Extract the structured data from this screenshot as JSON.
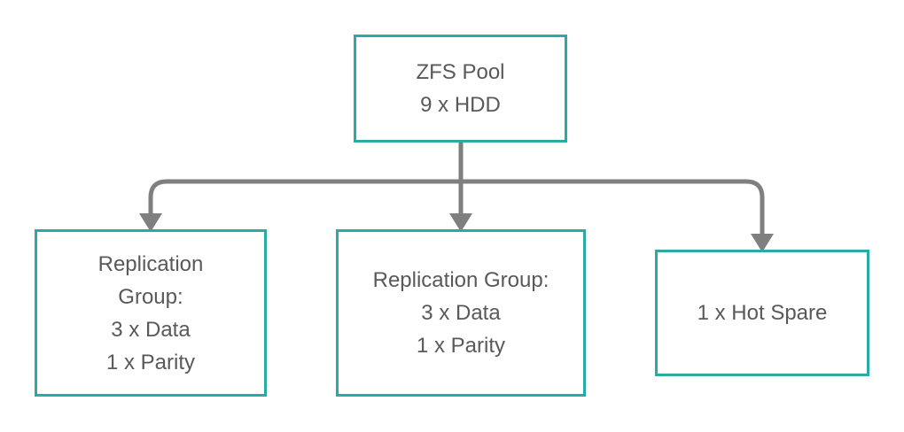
{
  "diagram": {
    "root": {
      "lines": [
        "ZFS Pool",
        "9 x HDD"
      ]
    },
    "children": [
      {
        "lines": [
          "Replication",
          "Group:",
          "3 x Data",
          "1 x Parity"
        ]
      },
      {
        "lines": [
          "Replication Group:",
          "3 x Data",
          "1 x Parity"
        ]
      },
      {
        "lines": [
          "1 x Hot Spare"
        ]
      }
    ],
    "colors": {
      "box_border": "#2aa9a5",
      "text": "#595959",
      "connector": "#7f7f7f"
    }
  }
}
